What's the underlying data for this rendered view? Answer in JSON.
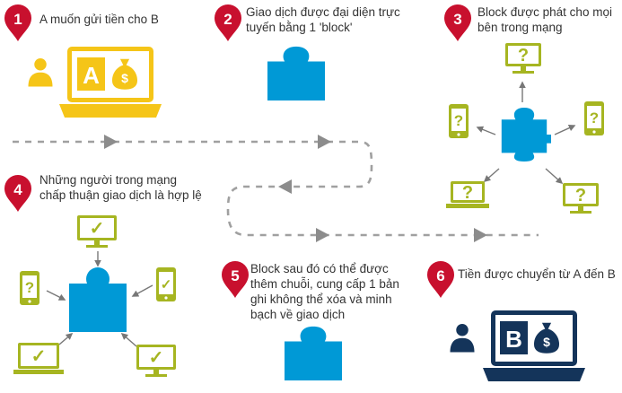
{
  "colors": {
    "marker": "#c8102e",
    "laptop_yellow": "#f5c518",
    "puzzle_blue": "#0099d6",
    "device_green": "#a6b521",
    "laptop_navy": "#14345a",
    "arrow_grey": "#9a9a9a",
    "path_grey": "#a0a0a0"
  },
  "steps": [
    {
      "number": "1",
      "lines": [
        "A muốn gửi tiền cho B"
      ]
    },
    {
      "number": "2",
      "lines": [
        "Giao dịch được đại diện trực",
        "tuyến bằng 1 'block'"
      ]
    },
    {
      "number": "3",
      "lines": [
        "Block được phát cho mọi",
        "bên trong mạng"
      ]
    },
    {
      "number": "4",
      "lines": [
        "Những người trong mạng",
        "chấp thuận giao dịch là hợp lệ"
      ]
    },
    {
      "number": "5",
      "lines": [
        "Block sau đó có thể được",
        "thêm chuỗi, cung cấp 1 bản",
        "ghi không thể xóa và minh",
        "bạch về giao dịch"
      ]
    },
    {
      "number": "6",
      "lines": [
        "Tiền được chuyển từ A đến B"
      ]
    }
  ],
  "laptop_a": {
    "letter": "A",
    "bag_symbol": "$"
  },
  "laptop_b": {
    "letter": "B",
    "bag_symbol": "$"
  },
  "device_marks": {
    "question": "?",
    "approved": "✓"
  },
  "icons": [
    "map-marker-icon",
    "person-icon",
    "money-bag-icon",
    "laptop-icon",
    "puzzle-block-icon",
    "smartphone-icon",
    "monitor-icon",
    "checkmark-icon",
    "question-mark-icon",
    "arrow-icon"
  ]
}
